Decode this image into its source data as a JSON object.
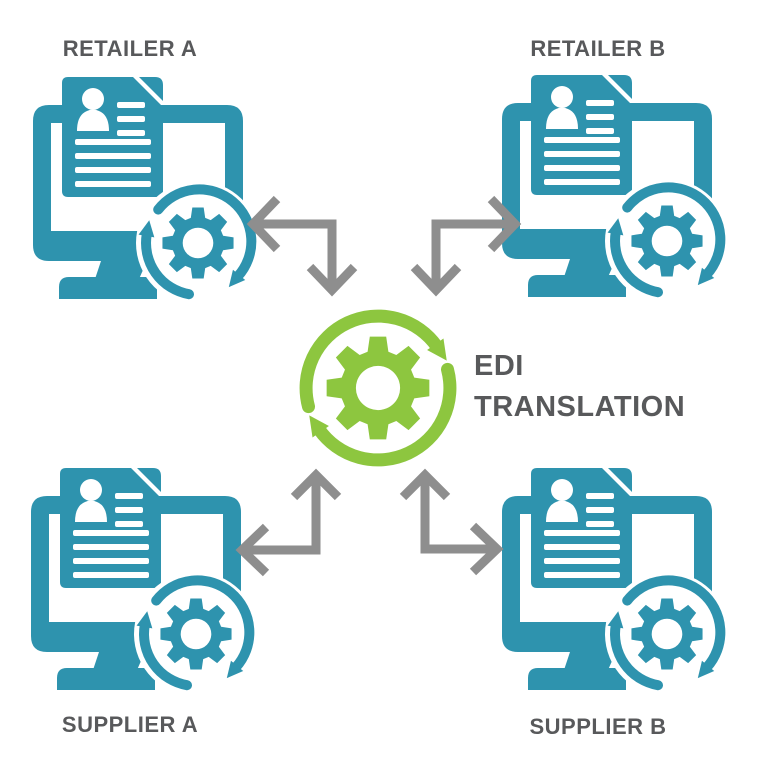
{
  "diagram": {
    "title_hint": "EDI translation flow between retailers and suppliers",
    "center": {
      "line1": "EDI",
      "line2": "TRANSLATION",
      "icon": "sync-gear-icon"
    },
    "nodes": [
      {
        "id": "retailer-a",
        "label": "RETAILER A",
        "icon": "workstation-document-sync-icon",
        "position": "top-left"
      },
      {
        "id": "retailer-b",
        "label": "RETAILER B",
        "icon": "workstation-document-sync-icon",
        "position": "top-right"
      },
      {
        "id": "supplier-a",
        "label": "SUPPLIER A",
        "icon": "workstation-document-sync-icon",
        "position": "bottom-left"
      },
      {
        "id": "supplier-b",
        "label": "SUPPLIER B",
        "icon": "workstation-document-sync-icon",
        "position": "bottom-right"
      }
    ],
    "arrows": [
      {
        "between": "retailer-a and center",
        "style": "double-headed elbow"
      },
      {
        "between": "retailer-b and center",
        "style": "double-headed elbow"
      },
      {
        "between": "supplier-a and center",
        "style": "double-headed elbow"
      },
      {
        "between": "supplier-b and center",
        "style": "double-headed elbow"
      }
    ],
    "colors": {
      "node": "#2e93ae",
      "center": "#8dc63f",
      "arrow": "#8e8e8e",
      "label": "#58595b",
      "background": "#ffffff"
    }
  }
}
